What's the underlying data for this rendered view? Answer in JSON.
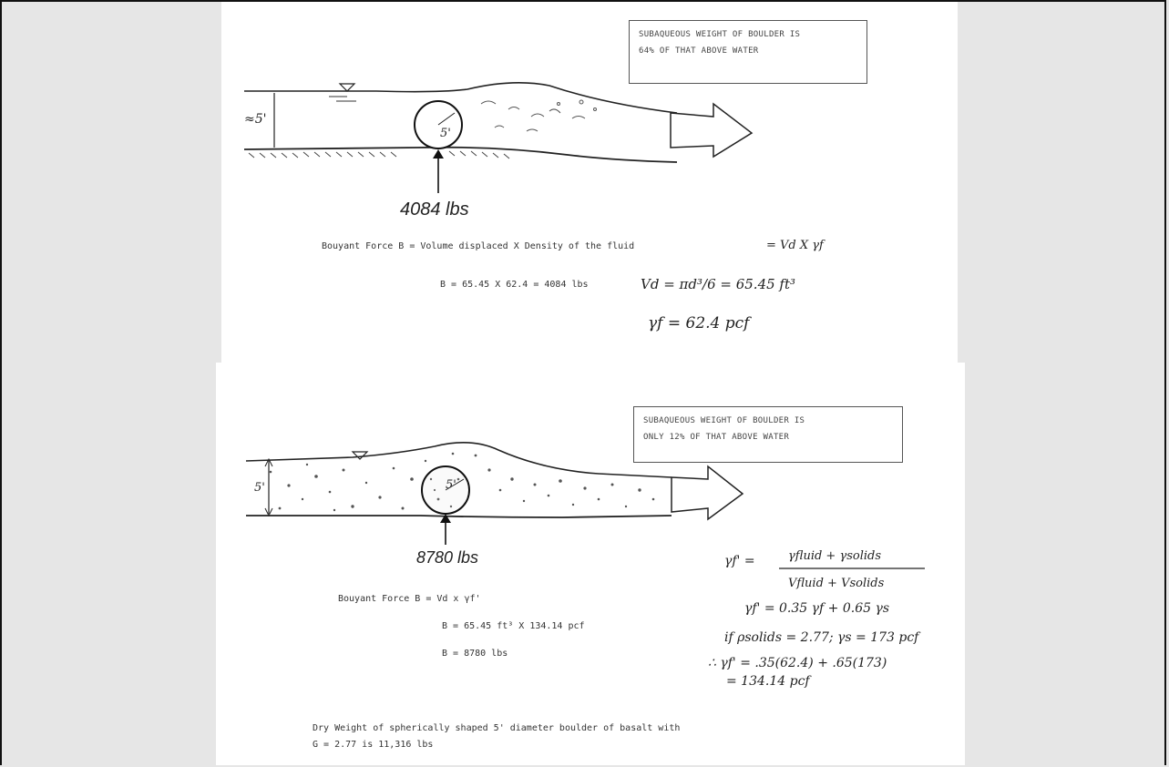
{
  "top": {
    "note_line1": "SUBAQUEOUS WEIGHT OF BOULDER IS",
    "note_line2": "64% OF THAT ABOVE WATER",
    "depth_label": "≈5'",
    "diameter_label": "5'",
    "force_label": "4084 lbs",
    "buoyant_line": "Bouyant Force B = Volume displaced X Density of the fluid",
    "buoyant_symbol": "= Vd X γf",
    "calc_line": "B = 65.45 X 62.4 = 4084 lbs",
    "volume_eq": "Vd = πd³/6 = 65.45 ft³",
    "gamma_eq": "γf = 62.4 pcf"
  },
  "bottom": {
    "note_line1": "SUBAQUEOUS WEIGHT OF BOULDER IS",
    "note_line2": "ONLY 12% OF THAT ABOVE WATER",
    "depth_label": "5'",
    "diameter_label": "5'",
    "force_label": "8780 lbs",
    "buoyant_line": "Bouyant Force B = Vd x γf'",
    "calc_line1": "B = 65.45 ft³ X 134.14 pcf",
    "calc_line2": "B = 8780 lbs",
    "mix_numerator": "γfluid + γsolids",
    "mix_denominator": "Vfluid + Vsolids",
    "mix_lhs": "γf' =",
    "eq_mix": "γf' = 0.35 γf + 0.65 γs",
    "eq_solids": "if ρsolids = 2.77; γs = 173 pcf",
    "eq_result": "∴ γf' = .35(62.4) + .65(173)",
    "eq_final": "= 134.14 pcf",
    "dry_line1": "Dry Weight of spherically shaped 5' diameter boulder of basalt with",
    "dry_line2": "G = 2.77 is 11,316 lbs"
  }
}
